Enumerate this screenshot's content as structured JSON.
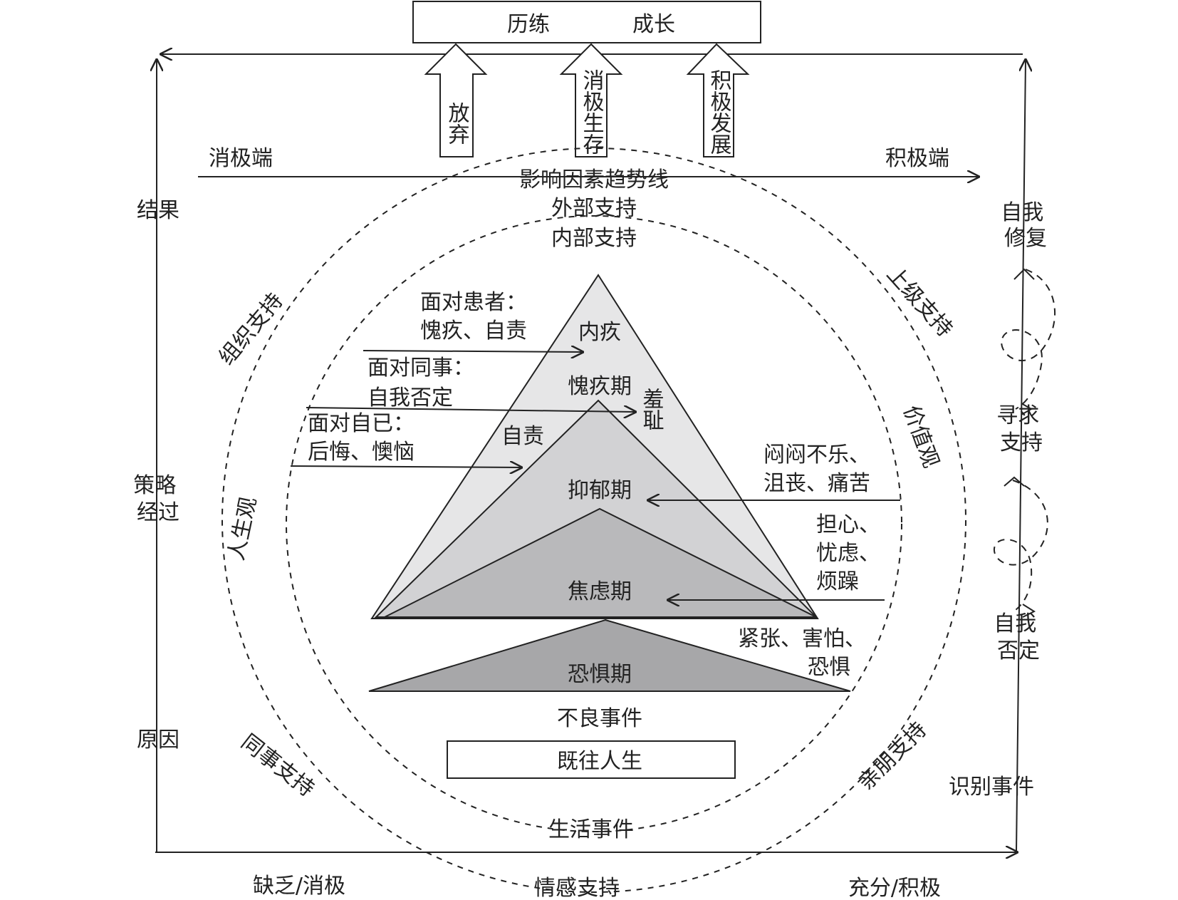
{
  "top_box": {
    "left": "历练",
    "right": "成长"
  },
  "outcome_arrows": [
    "放弃",
    "消极生存",
    "积极发展"
  ],
  "trend": {
    "negative_end": "消极端",
    "positive_end": "积极端",
    "label": "影响因素趋势线"
  },
  "circles": {
    "outer": "外部支持",
    "inner": "内部支持"
  },
  "left_axis": {
    "top": "结果",
    "middle": "策略经过",
    "bottom": "原因"
  },
  "bottom_axis": {
    "left": "缺乏/消极",
    "center": "情感支持",
    "right": "充分/积极"
  },
  "support_labels": {
    "organization": "组织支持",
    "superior": "上级支持",
    "colleague": "同事支持",
    "family": "亲朋支持",
    "life_view": "人生观",
    "values": "价值观"
  },
  "right_flow": {
    "repair": "自我修复",
    "seek": "寻求支持",
    "deny": "自我否定",
    "identify": "识别事件"
  },
  "pyramid": {
    "apex": "内疚",
    "shame": "羞耻",
    "self_blame": "自责",
    "stages": [
      "愧疚期",
      "抑郁期",
      "焦虑期",
      "恐惧期"
    ],
    "base_event": "不良事件",
    "past_life": "既往人生",
    "life_events": "生活事件"
  },
  "annotations": {
    "patients": {
      "line1": "面对患者：",
      "line2": "愧疚、自责"
    },
    "colleagues": {
      "line1": "面对同事：",
      "line2": "自我否定"
    },
    "self": {
      "line1": "面对自已：",
      "line2": "后悔、懊恼"
    },
    "depression": {
      "line1": "闷闷不乐、",
      "line2": "沮丧、痛苦"
    },
    "anxiety": {
      "line1": "担心、",
      "line2": "忧虑、",
      "line3": "烦躁"
    },
    "fear": {
      "line1": "紧张、害怕、",
      "line2": "恐惧"
    }
  }
}
